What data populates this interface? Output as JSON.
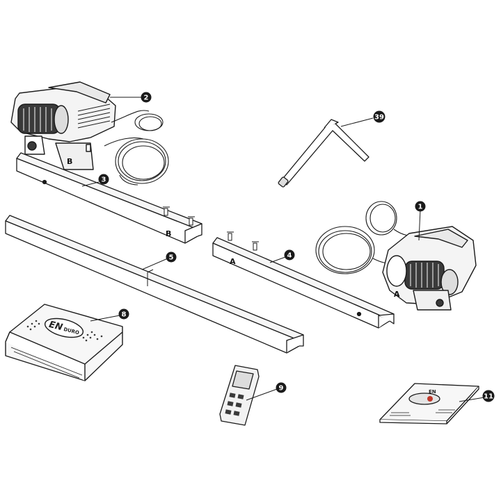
{
  "colors": {
    "ink": "#1a1a1a",
    "paper": "#ffffff",
    "shade": "#cfcfcf",
    "dark": "#3a3a3a",
    "accent": "#c0392b"
  },
  "callouts": [
    {
      "id": "motor-b",
      "number": "2"
    },
    {
      "id": "rail-b",
      "number": "3"
    },
    {
      "id": "crank-handle",
      "number": "39"
    },
    {
      "id": "motor-a",
      "number": "1"
    },
    {
      "id": "cross-bar",
      "number": "5"
    },
    {
      "id": "rail-a",
      "number": "4"
    },
    {
      "id": "battery-cover",
      "number": "8"
    },
    {
      "id": "remote",
      "number": "9"
    },
    {
      "id": "manual",
      "number": "11"
    }
  ],
  "labels": {
    "motor_b_letter": "B",
    "rail_b_letter": "B",
    "rail_a_letter": "A",
    "motor_a_letter": "A",
    "logo_main": "EN",
    "logo_sub": "DURO",
    "manual_logo": "EN"
  }
}
